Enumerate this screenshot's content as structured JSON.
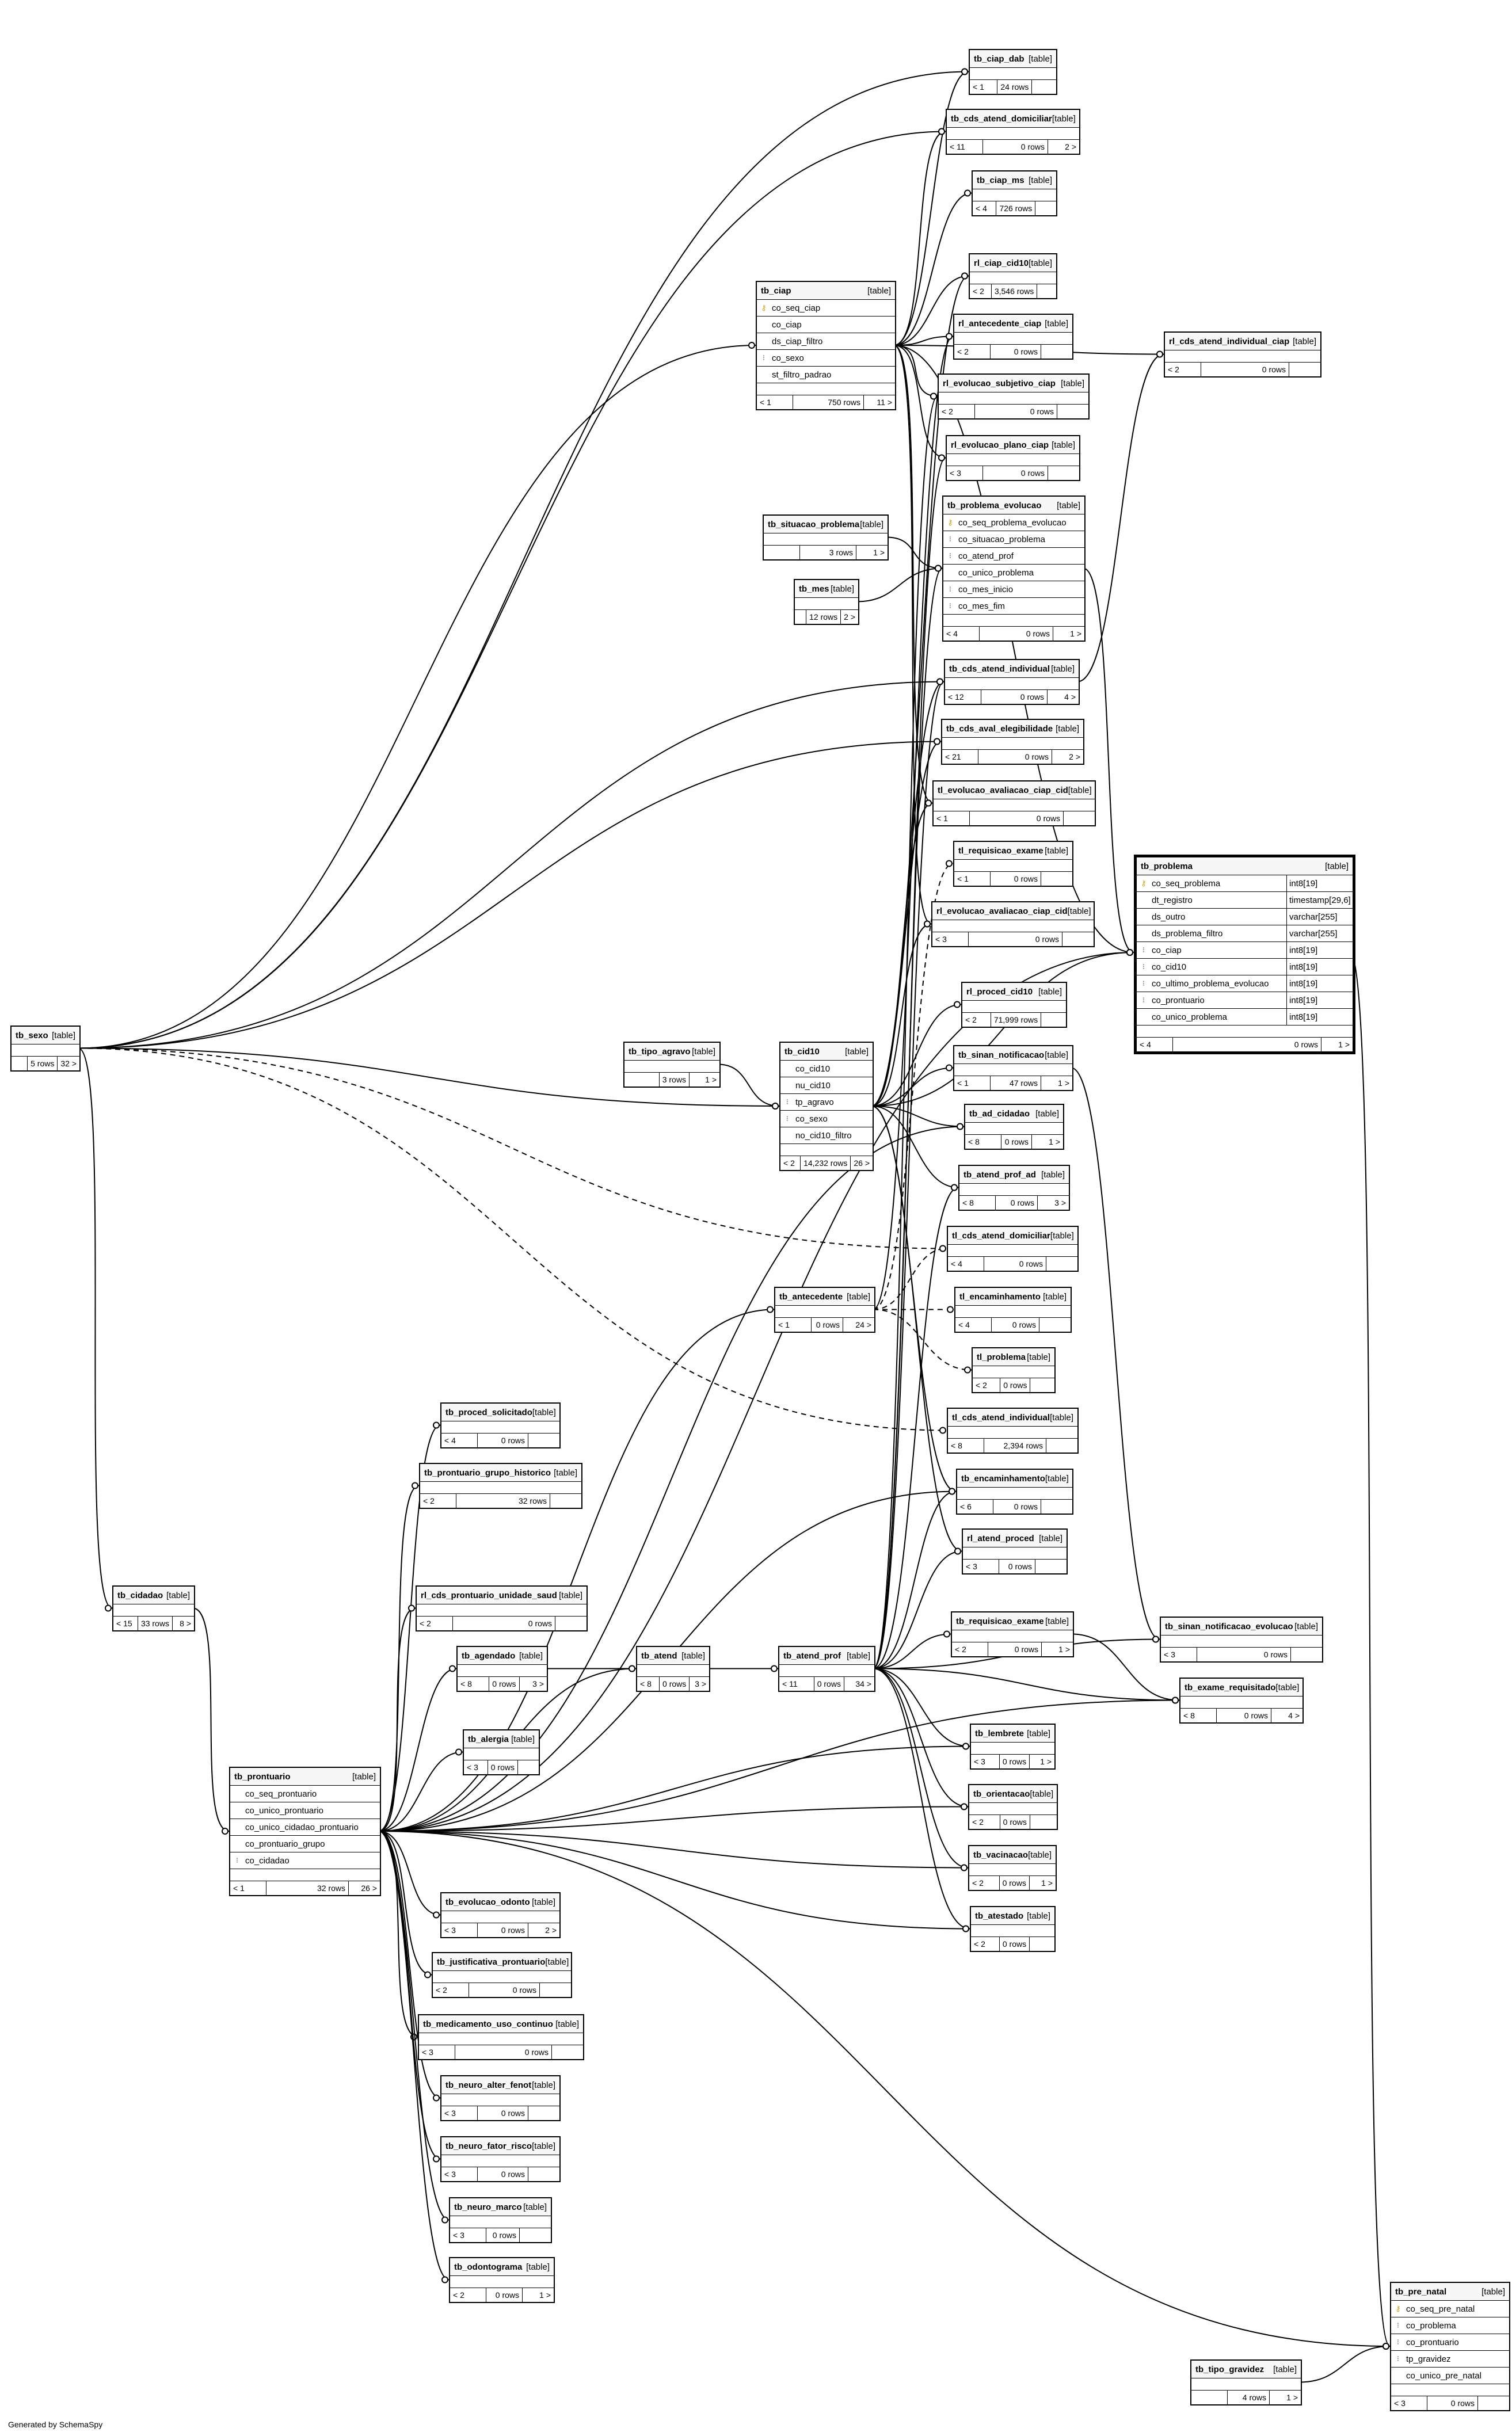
{
  "footer": "Generated by SchemaSpy",
  "kind_label": "[table]",
  "tables": [
    {
      "id": "tb_ciap_dab",
      "name": "tb_ciap_dab",
      "cols": [],
      "parents": "< 1",
      "rows": "24 rows",
      "children": ""
    },
    {
      "id": "tb_cds_atend_domiciliar",
      "name": "tb_cds_atend_domiciliar",
      "cols": [],
      "parents": "< 11",
      "rows": "0 rows",
      "children": "2 >"
    },
    {
      "id": "tb_ciap_ms",
      "name": "tb_ciap_ms",
      "cols": [],
      "parents": "< 4",
      "rows": "726 rows",
      "children": ""
    },
    {
      "id": "rl_ciap_cid10",
      "name": "rl_ciap_cid10",
      "cols": [],
      "parents": "< 2",
      "rows": "3,546 rows",
      "children": ""
    },
    {
      "id": "tb_ciap",
      "name": "tb_ciap",
      "cols": [
        {
          "key": "pk",
          "name": "co_seq_ciap"
        },
        {
          "key": "",
          "name": "co_ciap"
        },
        {
          "key": "",
          "name": "ds_ciap_filtro"
        },
        {
          "key": "fk",
          "name": "co_sexo"
        },
        {
          "key": "",
          "name": "st_filtro_padrao"
        }
      ],
      "parents": "< 1",
      "rows": "750 rows",
      "children": "11 >"
    },
    {
      "id": "rl_antecedente_ciap",
      "name": "rl_antecedente_ciap",
      "cols": [],
      "parents": "< 2",
      "rows": "0 rows",
      "children": ""
    },
    {
      "id": "rl_cds_atend_individual_ciap",
      "name": "rl_cds_atend_individual_ciap",
      "cols": [],
      "parents": "< 2",
      "rows": "0 rows",
      "children": ""
    },
    {
      "id": "rl_evolucao_subjetivo_ciap",
      "name": "rl_evolucao_subjetivo_ciap",
      "cols": [],
      "parents": "< 2",
      "rows": "0 rows",
      "children": ""
    },
    {
      "id": "rl_evolucao_plano_ciap",
      "name": "rl_evolucao_plano_ciap",
      "cols": [],
      "parents": "< 3",
      "rows": "0 rows",
      "children": ""
    },
    {
      "id": "tb_problema_evolucao",
      "name": "tb_problema_evolucao",
      "cols": [
        {
          "key": "pk",
          "name": "co_seq_problema_evolucao"
        },
        {
          "key": "fk",
          "name": "co_situacao_problema"
        },
        {
          "key": "fk",
          "name": "co_atend_prof"
        },
        {
          "key": "",
          "name": "co_unico_problema"
        },
        {
          "key": "fk",
          "name": "co_mes_inicio"
        },
        {
          "key": "fk",
          "name": "co_mes_fim"
        }
      ],
      "parents": "< 4",
      "rows": "0 rows",
      "children": "1 >"
    },
    {
      "id": "tb_situacao_problema",
      "name": "tb_situacao_problema",
      "cols": [],
      "parents": "",
      "rows": "3 rows",
      "children": "1 >"
    },
    {
      "id": "tb_mes",
      "name": "tb_mes",
      "cols": [],
      "parents": "",
      "rows": "12 rows",
      "children": "2 >"
    },
    {
      "id": "tb_cds_atend_individual",
      "name": "tb_cds_atend_individual",
      "cols": [],
      "parents": "< 12",
      "rows": "0 rows",
      "children": "4 >"
    },
    {
      "id": "tb_cds_aval_elegibilidade",
      "name": "tb_cds_aval_elegibilidade",
      "cols": [],
      "parents": "< 21",
      "rows": "0 rows",
      "children": "2 >"
    },
    {
      "id": "tl_evolucao_avaliacao_ciap_cid",
      "name": "tl_evolucao_avaliacao_ciap_cid",
      "cols": [],
      "parents": "< 1",
      "rows": "0 rows",
      "children": ""
    },
    {
      "id": "tl_requisicao_exame",
      "name": "tl_requisicao_exame",
      "cols": [],
      "parents": "< 1",
      "rows": "0 rows",
      "children": ""
    },
    {
      "id": "tb_problema",
      "name": "tb_problema",
      "focus": true,
      "cols": [
        {
          "key": "pk",
          "name": "co_seq_problema",
          "type": "int8[19]"
        },
        {
          "key": "",
          "name": "dt_registro",
          "type": "timestamp[29,6]"
        },
        {
          "key": "",
          "name": "ds_outro",
          "type": "varchar[255]"
        },
        {
          "key": "",
          "name": "ds_problema_filtro",
          "type": "varchar[255]"
        },
        {
          "key": "fk",
          "name": "co_ciap",
          "type": "int8[19]"
        },
        {
          "key": "fk",
          "name": "co_cid10",
          "type": "int8[19]"
        },
        {
          "key": "fk",
          "name": "co_ultimo_problema_evolucao",
          "type": "int8[19]"
        },
        {
          "key": "fk",
          "name": "co_prontuario",
          "type": "int8[19]"
        },
        {
          "key": "",
          "name": "co_unico_problema",
          "type": "int8[19]"
        }
      ],
      "parents": "< 4",
      "rows": "0 rows",
      "children": "1 >"
    },
    {
      "id": "rl_evolucao_avaliacao_ciap_cid",
      "name": "rl_evolucao_avaliacao_ciap_cid",
      "cols": [],
      "parents": "< 3",
      "rows": "0 rows",
      "children": ""
    },
    {
      "id": "rl_proced_cid10",
      "name": "rl_proced_cid10",
      "cols": [],
      "parents": "< 2",
      "rows": "71,999 rows",
      "children": ""
    },
    {
      "id": "tb_sexo",
      "name": "tb_sexo",
      "cols": [],
      "parents": "",
      "rows": "5 rows",
      "children": "32 >"
    },
    {
      "id": "tb_tipo_agravo",
      "name": "tb_tipo_agravo",
      "cols": [],
      "parents": "",
      "rows": "3 rows",
      "children": "1 >"
    },
    {
      "id": "tb_cid10",
      "name": "tb_cid10",
      "cols": [
        {
          "key": "",
          "name": "co_cid10"
        },
        {
          "key": "",
          "name": "nu_cid10"
        },
        {
          "key": "fk",
          "name": "tp_agravo"
        },
        {
          "key": "fk",
          "name": "co_sexo"
        },
        {
          "key": "",
          "name": "no_cid10_filtro"
        }
      ],
      "parents": "< 2",
      "rows": "14,232 rows",
      "children": "26 >"
    },
    {
      "id": "tb_sinan_notificacao",
      "name": "tb_sinan_notificacao",
      "cols": [],
      "parents": "< 1",
      "rows": "47 rows",
      "children": "1 >"
    },
    {
      "id": "tb_ad_cidadao",
      "name": "tb_ad_cidadao",
      "cols": [],
      "parents": "< 8",
      "rows": "0 rows",
      "children": "1 >"
    },
    {
      "id": "tb_atend_prof_ad",
      "name": "tb_atend_prof_ad",
      "cols": [],
      "parents": "< 8",
      "rows": "0 rows",
      "children": "3 >"
    },
    {
      "id": "tl_cds_atend_domiciliar",
      "name": "tl_cds_atend_domiciliar",
      "cols": [],
      "parents": "< 4",
      "rows": "0 rows",
      "children": ""
    },
    {
      "id": "tb_antecedente",
      "name": "tb_antecedente",
      "cols": [],
      "parents": "< 1",
      "rows": "0 rows",
      "children": "24 >"
    },
    {
      "id": "tl_encaminhamento",
      "name": "tl_encaminhamento",
      "cols": [],
      "parents": "< 4",
      "rows": "0 rows",
      "children": ""
    },
    {
      "id": "tl_problema",
      "name": "tl_problema",
      "cols": [],
      "parents": "< 2",
      "rows": "0 rows",
      "children": ""
    },
    {
      "id": "tb_proced_solicitado",
      "name": "tb_proced_solicitado",
      "cols": [],
      "parents": "< 4",
      "rows": "0 rows",
      "children": ""
    },
    {
      "id": "tl_cds_atend_individual",
      "name": "tl_cds_atend_individual",
      "cols": [],
      "parents": "< 8",
      "rows": "2,394 rows",
      "children": ""
    },
    {
      "id": "tb_prontuario_grupo_historico",
      "name": "tb_prontuario_grupo_historico",
      "cols": [],
      "parents": "< 2",
      "rows": "32 rows",
      "children": ""
    },
    {
      "id": "tb_encaminhamento",
      "name": "tb_encaminhamento",
      "cols": [],
      "parents": "< 6",
      "rows": "0 rows",
      "children": ""
    },
    {
      "id": "rl_atend_proced",
      "name": "rl_atend_proced",
      "cols": [],
      "parents": "< 3",
      "rows": "0 rows",
      "children": ""
    },
    {
      "id": "tb_cidadao",
      "name": "tb_cidadao",
      "cols": [],
      "parents": "< 15",
      "rows": "33 rows",
      "children": "8 >"
    },
    {
      "id": "rl_cds_prontuario_unidade_saud",
      "name": "rl_cds_prontuario_unidade_saud",
      "cols": [],
      "parents": "< 2",
      "rows": "0 rows",
      "children": ""
    },
    {
      "id": "tb_requisicao_exame",
      "name": "tb_requisicao_exame",
      "cols": [],
      "parents": "< 2",
      "rows": "0 rows",
      "children": "1 >"
    },
    {
      "id": "tb_sinan_notificacao_evolucao",
      "name": "tb_sinan_notificacao_evolucao",
      "cols": [],
      "parents": "< 3",
      "rows": "0 rows",
      "children": ""
    },
    {
      "id": "tb_agendado",
      "name": "tb_agendado",
      "cols": [],
      "parents": "< 8",
      "rows": "0 rows",
      "children": "3 >"
    },
    {
      "id": "tb_atend",
      "name": "tb_atend",
      "cols": [],
      "parents": "< 8",
      "rows": "0 rows",
      "children": "3 >"
    },
    {
      "id": "tb_atend_prof",
      "name": "tb_atend_prof",
      "cols": [],
      "parents": "< 11",
      "rows": "0 rows",
      "children": "34 >"
    },
    {
      "id": "tb_exame_requisitado",
      "name": "tb_exame_requisitado",
      "cols": [],
      "parents": "< 8",
      "rows": "0 rows",
      "children": "4 >"
    },
    {
      "id": "tb_alergia",
      "name": "tb_alergia",
      "cols": [],
      "parents": "< 3",
      "rows": "0 rows",
      "children": ""
    },
    {
      "id": "tb_lembrete",
      "name": "tb_lembrete",
      "cols": [],
      "parents": "< 3",
      "rows": "0 rows",
      "children": "1 >"
    },
    {
      "id": "tb_prontuario",
      "name": "tb_prontuario",
      "cols": [
        {
          "key": "",
          "name": "co_seq_prontuario"
        },
        {
          "key": "",
          "name": "co_unico_prontuario"
        },
        {
          "key": "",
          "name": "co_unico_cidadao_prontuario"
        },
        {
          "key": "",
          "name": "co_prontuario_grupo"
        },
        {
          "key": "fk",
          "name": "co_cidadao"
        }
      ],
      "parents": "< 1",
      "rows": "32 rows",
      "children": "26 >"
    },
    {
      "id": "tb_orientacao",
      "name": "tb_orientacao",
      "cols": [],
      "parents": "< 2",
      "rows": "0 rows",
      "children": ""
    },
    {
      "id": "tb_vacinacao",
      "name": "tb_vacinacao",
      "cols": [],
      "parents": "< 2",
      "rows": "0 rows",
      "children": "1 >"
    },
    {
      "id": "tb_evolucao_odonto",
      "name": "tb_evolucao_odonto",
      "cols": [],
      "parents": "< 3",
      "rows": "0 rows",
      "children": "2 >"
    },
    {
      "id": "tb_atestado",
      "name": "tb_atestado",
      "cols": [],
      "parents": "< 2",
      "rows": "0 rows",
      "children": ""
    },
    {
      "id": "tb_justificativa_prontuario",
      "name": "tb_justificativa_prontuario",
      "cols": [],
      "parents": "< 2",
      "rows": "0 rows",
      "children": ""
    },
    {
      "id": "tb_medicamento_uso_continuo",
      "name": "tb_medicamento_uso_continuo",
      "cols": [],
      "parents": "< 3",
      "rows": "0 rows",
      "children": ""
    },
    {
      "id": "tb_neuro_alter_fenot",
      "name": "tb_neuro_alter_fenot",
      "cols": [],
      "parents": "< 3",
      "rows": "0 rows",
      "children": ""
    },
    {
      "id": "tb_neuro_fator_risco",
      "name": "tb_neuro_fator_risco",
      "cols": [],
      "parents": "< 3",
      "rows": "0 rows",
      "children": ""
    },
    {
      "id": "tb_neuro_marco",
      "name": "tb_neuro_marco",
      "cols": [],
      "parents": "< 3",
      "rows": "0 rows",
      "children": ""
    },
    {
      "id": "tb_odontograma",
      "name": "tb_odontograma",
      "cols": [],
      "parents": "< 2",
      "rows": "0 rows",
      "children": "1 >"
    },
    {
      "id": "tb_pre_natal",
      "name": "tb_pre_natal",
      "cols": [
        {
          "key": "pk",
          "name": "co_seq_pre_natal"
        },
        {
          "key": "fk",
          "name": "co_problema"
        },
        {
          "key": "fk",
          "name": "co_prontuario"
        },
        {
          "key": "fk",
          "name": "tp_gravidez"
        },
        {
          "key": "",
          "name": "co_unico_pre_natal"
        }
      ],
      "parents": "< 3",
      "rows": "0 rows",
      "children": ""
    },
    {
      "id": "tb_tipo_gravidez",
      "name": "tb_tipo_gravidez",
      "cols": [],
      "parents": "",
      "rows": "4 rows",
      "children": "1 >"
    }
  ],
  "relations": [
    [
      "tb_sexo",
      "tb_ciap_dab",
      0
    ],
    [
      "tb_sexo",
      "tb_cds_atend_domiciliar",
      0
    ],
    [
      "tb_sexo",
      "tb_ciap",
      0
    ],
    [
      "tb_sexo",
      "tb_cds_atend_individual",
      0
    ],
    [
      "tb_sexo",
      "tb_cid10",
      0
    ],
    [
      "tb_sexo",
      "tb_cidadao",
      0
    ],
    [
      "tb_sexo",
      "tb_cds_aval_elegibilidade",
      0
    ],
    [
      "tb_sexo",
      "tl_cds_atend_domiciliar",
      1
    ],
    [
      "tb_sexo",
      "tl_cds_atend_individual",
      1
    ],
    [
      "tb_ciap",
      "tb_ciap_dab",
      0
    ],
    [
      "tb_ciap",
      "tb_ciap_ms",
      0
    ],
    [
      "tb_ciap",
      "rl_ciap_cid10",
      0
    ],
    [
      "tb_ciap",
      "rl_antecedente_ciap",
      0
    ],
    [
      "tb_ciap",
      "rl_cds_atend_individual_ciap",
      0
    ],
    [
      "tb_ciap",
      "rl_evolucao_subjetivo_ciap",
      0
    ],
    [
      "tb_ciap",
      "rl_evolucao_plano_ciap",
      0
    ],
    [
      "tb_ciap",
      "tl_evolucao_avaliacao_ciap_cid",
      0
    ],
    [
      "tb_ciap",
      "rl_evolucao_avaliacao_ciap_cid",
      0
    ],
    [
      "tb_ciap",
      "tb_problema",
      0
    ],
    [
      "tb_ciap",
      "tb_cds_atend_domiciliar",
      0
    ],
    [
      "tb_situacao_problema",
      "tb_problema_evolucao",
      0
    ],
    [
      "tb_mes",
      "tb_problema_evolucao",
      0
    ],
    [
      "tb_problema_evolucao",
      "tb_problema",
      0
    ],
    [
      "tb_cds_atend_individual",
      "rl_cds_atend_individual_ciap",
      0
    ],
    [
      "tb_tipo_agravo",
      "tb_cid10",
      0
    ],
    [
      "tb_cid10",
      "rl_ciap_cid10",
      0
    ],
    [
      "tb_cid10",
      "rl_proced_cid10",
      0
    ],
    [
      "tb_cid10",
      "tb_sinan_notificacao",
      0
    ],
    [
      "tb_cid10",
      "tb_ad_cidadao",
      0
    ],
    [
      "tb_cid10",
      "tb_atend_prof_ad",
      0
    ],
    [
      "tb_cid10",
      "tl_evolucao_avaliacao_ciap_cid",
      0
    ],
    [
      "tb_cid10",
      "rl_evolucao_avaliacao_ciap_cid",
      0
    ],
    [
      "tb_cid10",
      "tb_encaminhamento",
      0
    ],
    [
      "tb_cid10",
      "rl_atend_proced",
      0
    ],
    [
      "tb_cid10",
      "tb_problema",
      0
    ],
    [
      "tb_cid10",
      "tb_cds_atend_individual",
      0
    ],
    [
      "tb_cid10",
      "tb_cds_aval_elegibilidade",
      0
    ],
    [
      "tb_antecedente",
      "rl_antecedente_ciap",
      0
    ],
    [
      "tb_antecedente",
      "tl_encaminhamento",
      1
    ],
    [
      "tb_antecedente",
      "tl_problema",
      1
    ],
    [
      "tb_antecedente",
      "tl_requisicao_exame",
      1
    ],
    [
      "tb_antecedente",
      "tl_cds_atend_domiciliar",
      1
    ],
    [
      "tb_atend_prof",
      "tb_problema_evolucao",
      0
    ],
    [
      "tb_atend_prof",
      "tb_encaminhamento",
      0
    ],
    [
      "tb_atend_prof",
      "rl_atend_proced",
      0
    ],
    [
      "tb_atend_prof",
      "tb_requisicao_exame",
      0
    ],
    [
      "tb_atend_prof",
      "tb_lembrete",
      0
    ],
    [
      "tb_atend_prof",
      "tb_orientacao",
      0
    ],
    [
      "tb_atend_prof",
      "tb_vacinacao",
      0
    ],
    [
      "tb_atend_prof",
      "tb_atestado",
      0
    ],
    [
      "tb_atend_prof",
      "tb_exame_requisitado",
      0
    ],
    [
      "tb_atend_prof",
      "tb_sinan_notificacao_evolucao",
      0
    ],
    [
      "tb_atend_prof",
      "rl_evolucao_plano_ciap",
      0
    ],
    [
      "tb_atend_prof",
      "rl_evolucao_subjetivo_ciap",
      0
    ],
    [
      "tb_atend_prof",
      "tb_atend_prof_ad",
      0
    ],
    [
      "tb_atend_prof",
      "tb_cds_atend_individual",
      0
    ],
    [
      "tb_atend",
      "tb_atend_prof",
      0
    ],
    [
      "tb_agendado",
      "tb_atend",
      0
    ],
    [
      "tb_requisicao_exame",
      "tb_exame_requisitado",
      0
    ],
    [
      "tb_sinan_notificacao",
      "tb_sinan_notificacao_evolucao",
      0
    ],
    [
      "tb_cidadao",
      "tb_prontuario",
      0
    ],
    [
      "tb_prontuario",
      "tb_proced_solicitado",
      0
    ],
    [
      "tb_prontuario",
      "tb_prontuario_grupo_historico",
      0
    ],
    [
      "tb_prontuario",
      "rl_cds_prontuario_unidade_saud",
      0
    ],
    [
      "tb_prontuario",
      "tb_agendado",
      0
    ],
    [
      "tb_prontuario",
      "tb_atend",
      0
    ],
    [
      "tb_prontuario",
      "tb_alergia",
      0
    ],
    [
      "tb_prontuario",
      "tb_evolucao_odonto",
      0
    ],
    [
      "tb_prontuario",
      "tb_justificativa_prontuario",
      0
    ],
    [
      "tb_prontuario",
      "tb_medicamento_uso_continuo",
      0
    ],
    [
      "tb_prontuario",
      "tb_neuro_alter_fenot",
      0
    ],
    [
      "tb_prontuario",
      "tb_neuro_fator_risco",
      0
    ],
    [
      "tb_prontuario",
      "tb_neuro_marco",
      0
    ],
    [
      "tb_prontuario",
      "tb_odontograma",
      0
    ],
    [
      "tb_prontuario",
      "tb_lembrete",
      0
    ],
    [
      "tb_prontuario",
      "tb_orientacao",
      0
    ],
    [
      "tb_prontuario",
      "tb_vacinacao",
      0
    ],
    [
      "tb_prontuario",
      "tb_atestado",
      0
    ],
    [
      "tb_prontuario",
      "tb_problema",
      0
    ],
    [
      "tb_prontuario",
      "tb_pre_natal",
      0
    ],
    [
      "tb_prontuario",
      "tb_antecedente",
      0
    ],
    [
      "tb_prontuario",
      "tb_ad_cidadao",
      0
    ],
    [
      "tb_prontuario",
      "tb_encaminhamento",
      0
    ],
    [
      "tb_prontuario",
      "tb_exame_requisitado",
      0
    ],
    [
      "tb_problema",
      "tb_pre_natal",
      0
    ],
    [
      "tb_tipo_gravidez",
      "tb_pre_natal",
      0
    ]
  ]
}
